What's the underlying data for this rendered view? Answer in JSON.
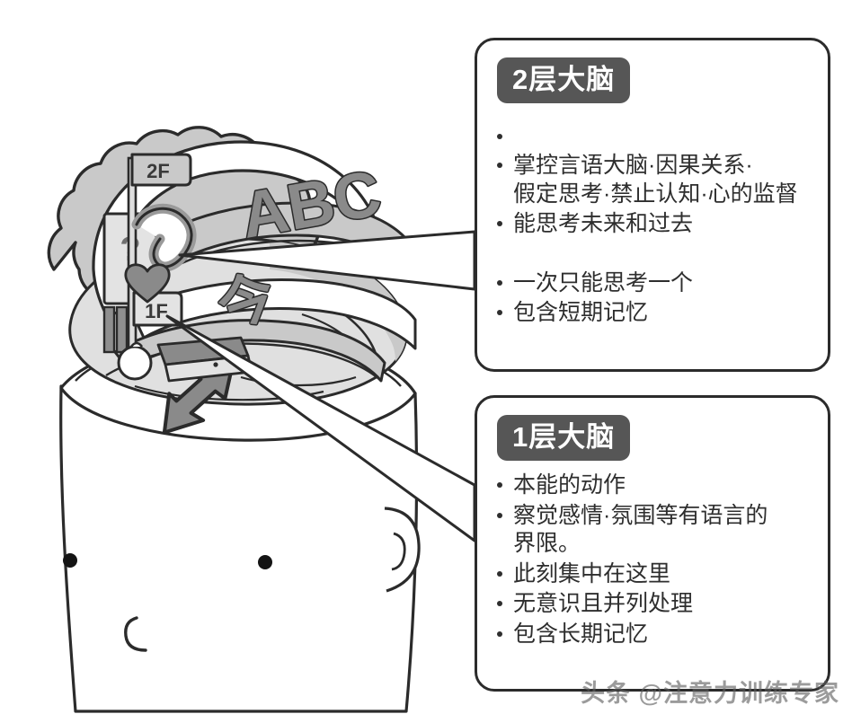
{
  "figure": {
    "kind": "two-layer-brain-diagram",
    "watermark": "头条 @注意力训练专家"
  },
  "illustration": {
    "name": "cartoon-head-with-open-skull-brain",
    "labels": {
      "floor_upper": "2F",
      "floor_lower": "1F",
      "sign_question": "?",
      "letters": "ABC",
      "kanji_now": "今"
    },
    "icons": [
      "question-sign",
      "heart-icon",
      "double-arrow-icon",
      "abc-letters",
      "bean-shape",
      "book-stack",
      "flag-2f",
      "flag-1f"
    ],
    "colors": {
      "outline": "#2b2b2b",
      "brain_fill": "#c9c9c9",
      "brain_light": "#e3e3e3",
      "brain_dark": "#9a9a9a",
      "accent_dark": "#808080",
      "skin": "#ffffff"
    }
  },
  "callouts": [
    {
      "id": "upper",
      "badge": "2层大脑",
      "bullets": [
        "",
        "掌控言语大脑·因果关系·\n假定思考·禁止认知·心的监督",
        "能思考未来和过去",
        "一次只能思考一个",
        "包含短期记忆"
      ]
    },
    {
      "id": "lower",
      "badge": "1层大脑",
      "bullets": [
        "本能的动作",
        "察觉感情·氛围等有语言的\n界限。",
        "此刻集中在这里",
        "无意识且并列处理",
        "包含长期记忆"
      ]
    }
  ],
  "theme": {
    "badge_bg": "#565656",
    "badge_text": "#ffffff",
    "box_border": "#2b2b2b",
    "body_text": "#2e2e2e",
    "page_bg": "#ffffff"
  }
}
